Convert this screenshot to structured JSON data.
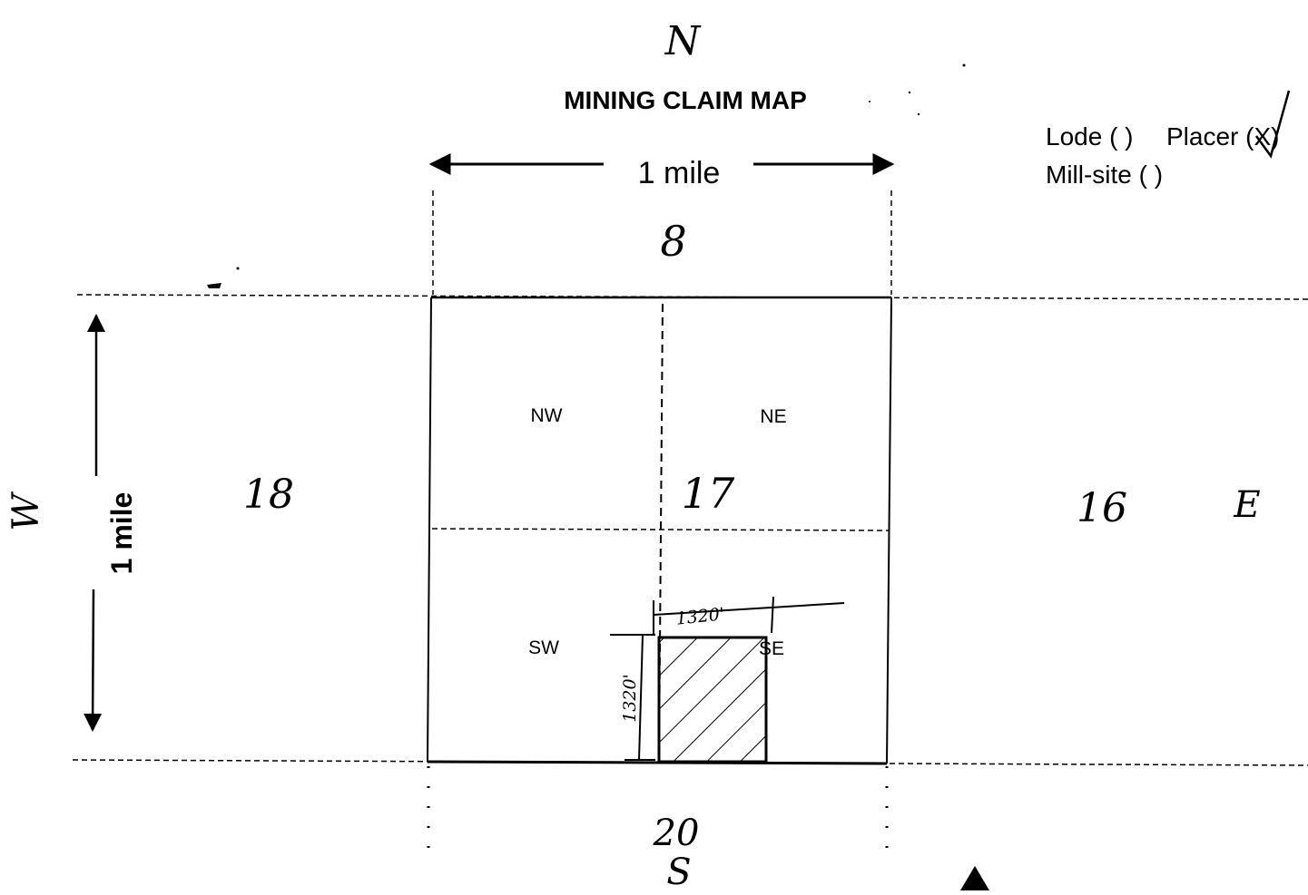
{
  "title": "MINING CLAIM MAP",
  "claim_type": {
    "lode": "Lode ( )",
    "placer": "Placer (X)",
    "mill_site": "Mill-site ( )"
  },
  "scale": {
    "horizontal": "1 mile",
    "vertical": "1 mile"
  },
  "compass": {
    "north": "N",
    "south": "S",
    "east": "E",
    "west": "W"
  },
  "sections": {
    "north": "8",
    "west": "18",
    "center": "17",
    "east": "16",
    "south": "20"
  },
  "quarters": {
    "nw": "NW",
    "ne": "NE",
    "sw": "SW",
    "se": "SE"
  },
  "claim_dimensions": {
    "width": "1320'",
    "height": "1320'"
  }
}
